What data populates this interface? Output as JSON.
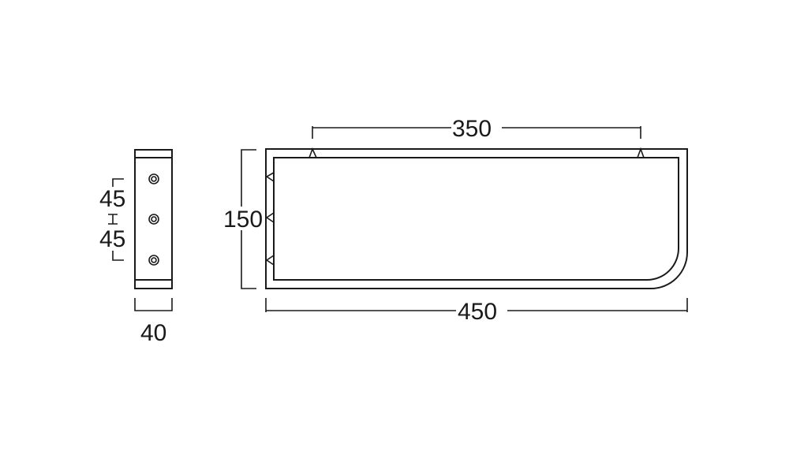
{
  "drawing": {
    "side_view": {
      "spacing_top": "45",
      "spacing_bottom": "45",
      "depth": "40"
    },
    "front_view": {
      "inner_span": "350",
      "height": "150",
      "overall_width": "450"
    }
  }
}
